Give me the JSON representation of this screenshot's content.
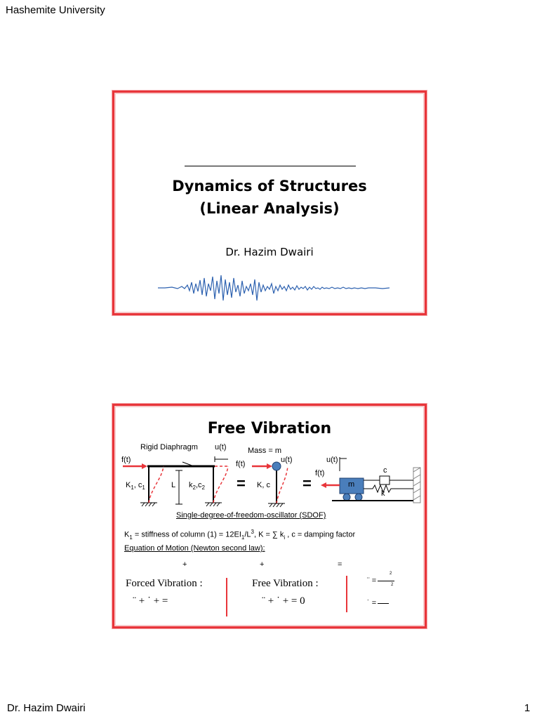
{
  "page": {
    "header": "Hashemite University",
    "footer_left": "Dr. Hazim Dwairi",
    "page_number": "1"
  },
  "slide1": {
    "title_line1": "Dynamics of Structures",
    "title_line2": "(Linear Analysis)",
    "author": "Dr. Hazim Dwairi",
    "seismogram_icon": "seismogram-waveform"
  },
  "slide2": {
    "title": "Free Vibration",
    "frame": {
      "rigid_diaphragm": "Rigid Diaphragm",
      "ut": "u(t)",
      "ft": "f(t)",
      "k1": "K",
      "k1_sub": "1",
      "c1": "c",
      "c1_sub": "1",
      "L": "L",
      "k2": "k",
      "k2_sub": "2",
      "c2": "c",
      "c2_sub": "2"
    },
    "equals1": "=",
    "mass_label": "Mass = m",
    "ut2": "u(t)",
    "ft2": "f(t)",
    "kc": "K, c",
    "equals2": "=",
    "oscillator": {
      "ut": "u(t)",
      "ft": "f(t)",
      "m": "m",
      "c": "c",
      "k": "k"
    },
    "sdof_caption": "Single-degree-of-freedom-oscillator (SDOF)",
    "stiffness_line": {
      "k1": "K",
      "k1_sub": "1",
      "mid": " = stiffness of column (1) = 12EI",
      "ei_sub": "1",
      "l3": "/L",
      "l3_sup": "3",
      "ksum": ", K = ∑ k",
      "ki_sub": "i",
      "rest": " , c = damping factor"
    },
    "equation_header": "Equation of Motion (Newton second law):",
    "newton_plus1": "+",
    "newton_plus2": "+",
    "newton_eq": "=",
    "forced_label": "Forced Vibration  :",
    "forced_eq": "¨ +   ˙ +      =",
    "free_label": "Free Vibration  :",
    "free_eq": "¨ +   ˙ +      = 0",
    "right_eq1": "¨ =",
    "right_eq1_sup": "2",
    "right_eq1_sub": "2",
    "right_eq2": "˙ =",
    "accent_color": "#e8353a",
    "mass_color": "#4a7ebb"
  }
}
